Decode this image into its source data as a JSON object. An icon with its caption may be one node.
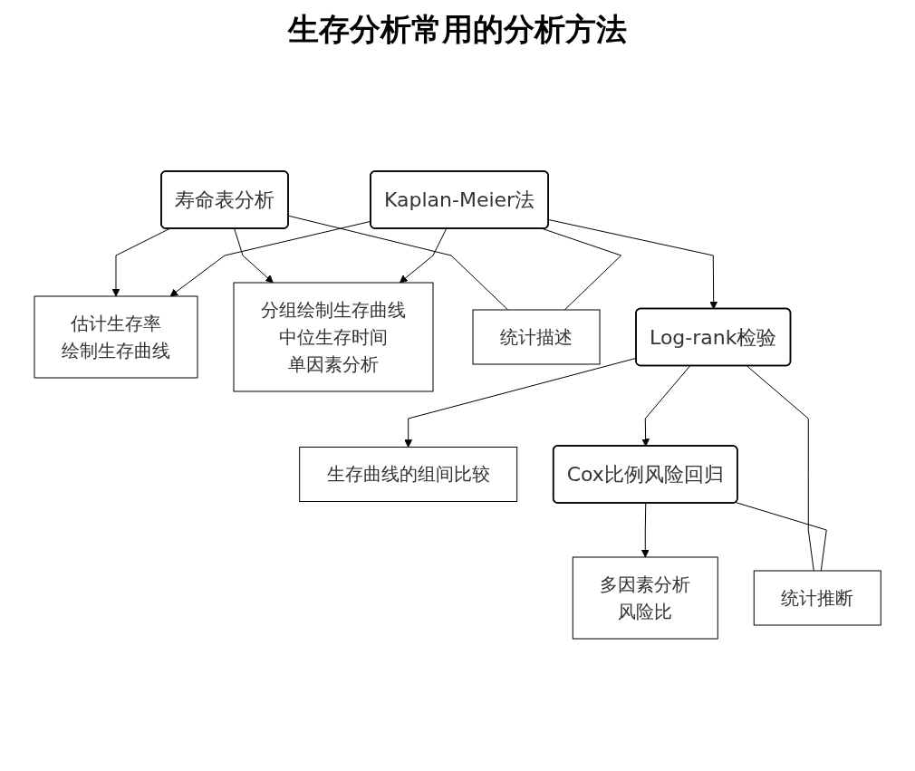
{
  "diagram": {
    "title": "生存分析常用的分析方法",
    "nodes": [
      {
        "text": [
          "寿命表分析"
        ]
      },
      {
        "text": [
          "估计生存率",
          "绘制生存曲线"
        ]
      },
      {
        "text": [
          "统计描述"
        ]
      },
      {
        "text": [
          "分组绘制生存曲线",
          "中位生存时间",
          "单因素分析"
        ]
      },
      {
        "text": [
          "Kaplan-Meier法"
        ]
      },
      {
        "text": [
          "Log-rank检验"
        ]
      },
      {
        "text": [
          "生存曲线的组间比较"
        ]
      },
      {
        "text": [
          "统计推断"
        ]
      },
      {
        "text": [
          "多因素分析",
          "风险比"
        ]
      },
      {
        "text": [
          "Cox比例风险回归"
        ]
      }
    ],
    "edges": [
      {
        "from": 0,
        "to": 1,
        "arrow": "to"
      },
      {
        "from": 0,
        "to": 3,
        "arrow": "to"
      },
      {
        "from": 4,
        "to": 1,
        "arrow": "to"
      },
      {
        "from": 4,
        "to": 3,
        "arrow": "to"
      },
      {
        "from": 4,
        "to": 5,
        "arrow": "to"
      },
      {
        "from": 5,
        "to": 6,
        "arrow": "to"
      },
      {
        "from": 5,
        "to": 9,
        "arrow": "to"
      },
      {
        "from": 9,
        "to": 8,
        "arrow": "to"
      },
      {
        "from": 0,
        "to": 2,
        "arrow": "none"
      },
      {
        "from": 4,
        "to": 2,
        "arrow": "none"
      },
      {
        "from": 5,
        "to": 7,
        "arrow": "none"
      },
      {
        "from": 9,
        "to": 7,
        "arrow": "none"
      }
    ]
  }
}
